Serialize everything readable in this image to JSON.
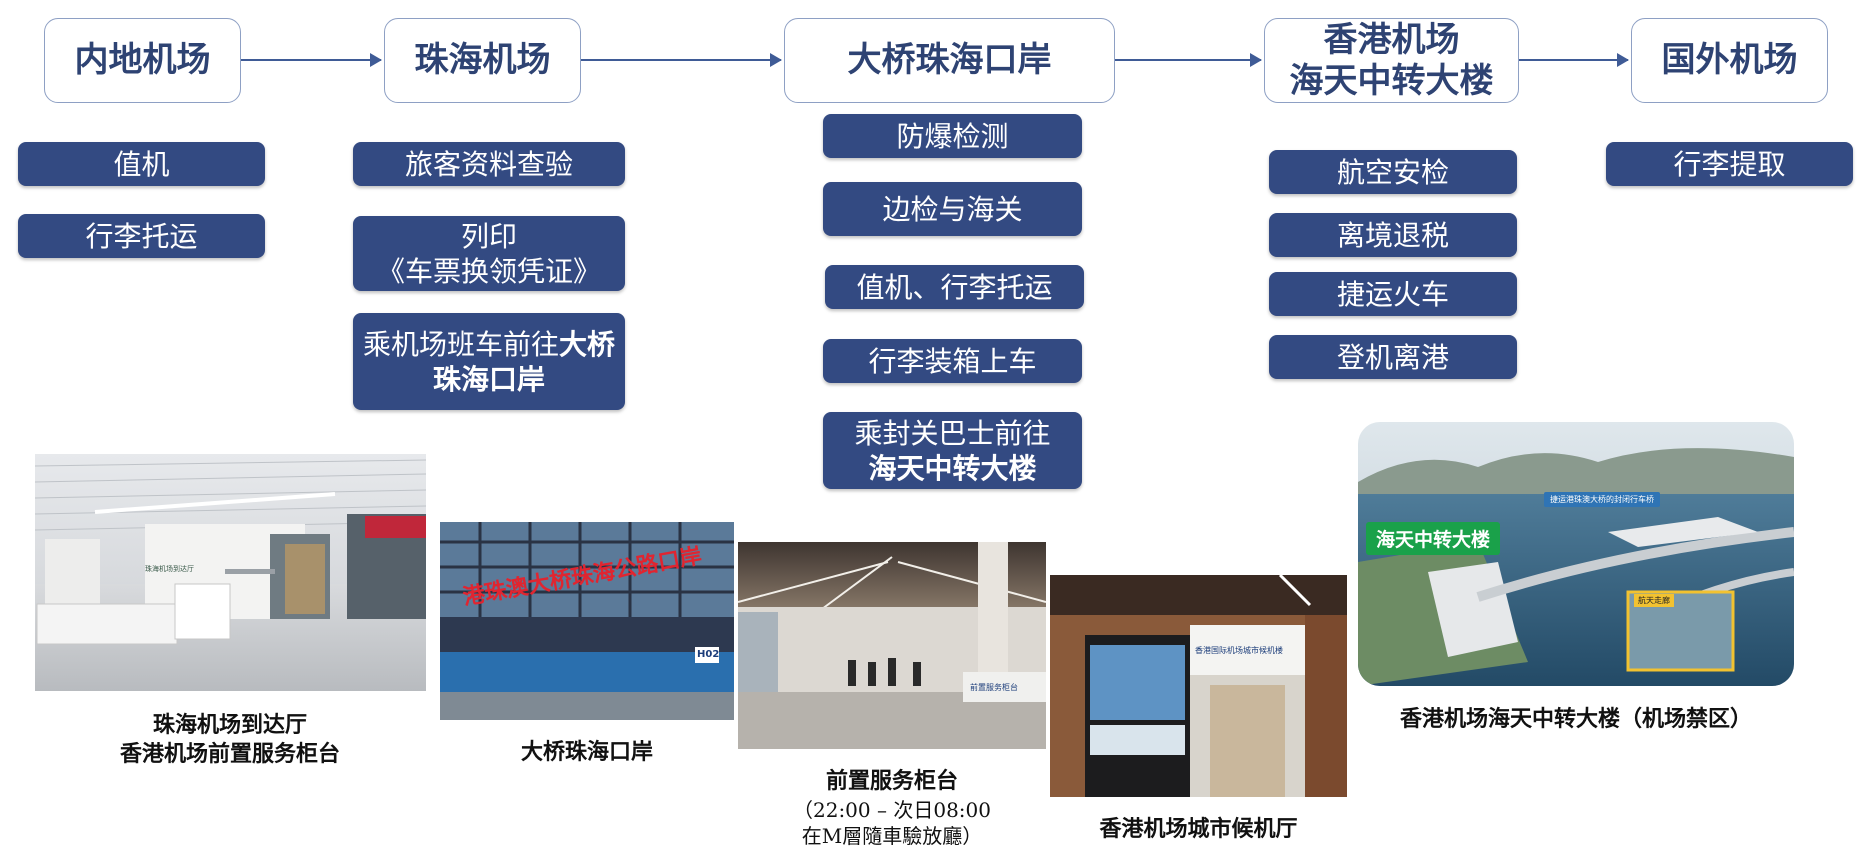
{
  "stages": [
    {
      "label": "内地机场"
    },
    {
      "label": "珠海机场"
    },
    {
      "label": "大桥珠海口岸"
    },
    {
      "label": "香港机场\n海天中转大楼"
    },
    {
      "label": "国外机场"
    }
  ],
  "steps": {
    "mainland": [
      "值机",
      "行李托运"
    ],
    "zhuhai": [
      "旅客资料查验",
      "列印\n《车票换领凭证》",
      "乘机场班车前往",
      "大桥珠海口岸"
    ],
    "port": [
      "防爆检测",
      "边检与海关",
      "值机、行李托运",
      "行李装箱上车",
      "乘封关巴士前往",
      "海天中转大楼"
    ],
    "hk": [
      "航空安检",
      "离境退税",
      "捷运火车",
      "登机离港"
    ],
    "foreign": [
      "行李提取"
    ]
  },
  "photos": {
    "p1": {
      "sign": "珠海机场到达厅"
    },
    "p2": {
      "sign": "港珠澳大桥珠海公路口岸",
      "gate": "H02"
    },
    "p3": {
      "sign": "前置服务柜台"
    },
    "p4": {
      "sign": "香港国际机场城市候机楼"
    },
    "p5": {
      "tag1": "海天中转大楼",
      "tag2": "捷运港珠澳大桥的封闭行车桥",
      "tag3": "航天走廊"
    }
  },
  "captions": {
    "c1_line1": "珠海机场到达厅",
    "c1_line2": "香港机场前置服务柜台",
    "c2": "大桥珠海口岸",
    "c3_line1": "前置服务柜台",
    "c3_line2": "（22:00 – 次日08:00",
    "c3_line3": "在M層隨車驗放廳）",
    "c4": "香港机场城市候机厅",
    "c5": "香港机场海天中转大楼（机场禁区）"
  },
  "colors": {
    "box": "#334a82",
    "header_text": "#2e4373",
    "arrow": "#3f5b96"
  }
}
